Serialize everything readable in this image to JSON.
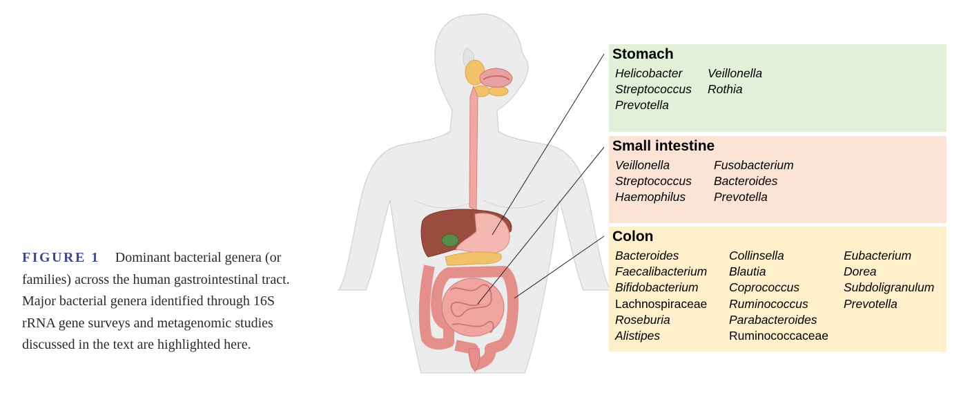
{
  "caption": {
    "label": "FIGURE 1",
    "text": "Dominant bacterial genera (or families) across the human gastrointestinal tract. Major bacterial genera identified through 16S rRNA gene surveys and metagenomic studies discussed in the text are highlighted here."
  },
  "regions": {
    "stomach": {
      "title": "Stomach",
      "columns": [
        [
          {
            "name": "Helicobacter",
            "italic": true
          },
          {
            "name": "Streptococcus",
            "italic": true
          },
          {
            "name": "Prevotella",
            "italic": true
          }
        ],
        [
          {
            "name": "Veillonella",
            "italic": true
          },
          {
            "name": "Rothia",
            "italic": true
          }
        ]
      ]
    },
    "small_intestine": {
      "title": "Small intestine",
      "columns": [
        [
          {
            "name": "Veillonella",
            "italic": true
          },
          {
            "name": "Streptococcus",
            "italic": true
          },
          {
            "name": "Haemophilus",
            "italic": true
          }
        ],
        [
          {
            "name": "Fusobacterium",
            "italic": true
          },
          {
            "name": "Bacteroides",
            "italic": true
          },
          {
            "name": "Prevotella",
            "italic": true
          }
        ]
      ]
    },
    "colon": {
      "title": "Colon",
      "columns": [
        [
          {
            "name": "Bacteroides",
            "italic": true
          },
          {
            "name": "Faecalibacterium",
            "italic": true
          },
          {
            "name": "Bifidobacterium",
            "italic": true
          },
          {
            "name": "Lachnospiraceae",
            "italic": false
          },
          {
            "name": "Roseburia",
            "italic": true
          },
          {
            "name": "Alistipes",
            "italic": true
          }
        ],
        [
          {
            "name": "Collinsella",
            "italic": true
          },
          {
            "name": "Blautia",
            "italic": true
          },
          {
            "name": "Coprococcus",
            "italic": true
          },
          {
            "name": "Ruminococcus",
            "italic": true
          },
          {
            "name": "Parabacteroides",
            "italic": true
          },
          {
            "name": "Ruminococcaceae",
            "italic": false
          }
        ],
        [
          {
            "name": "Eubacterium",
            "italic": true
          },
          {
            "name": "Dorea",
            "italic": true
          },
          {
            "name": "Subdoligranulum",
            "italic": true
          },
          {
            "name": "Prevotella",
            "italic": true
          }
        ]
      ]
    }
  },
  "colors": {
    "stomach_box": "#e2efd9",
    "small_intestine_box": "#fbe3d6",
    "colon_box": "#fff0cc",
    "caption_label": "#3a4a8c"
  }
}
